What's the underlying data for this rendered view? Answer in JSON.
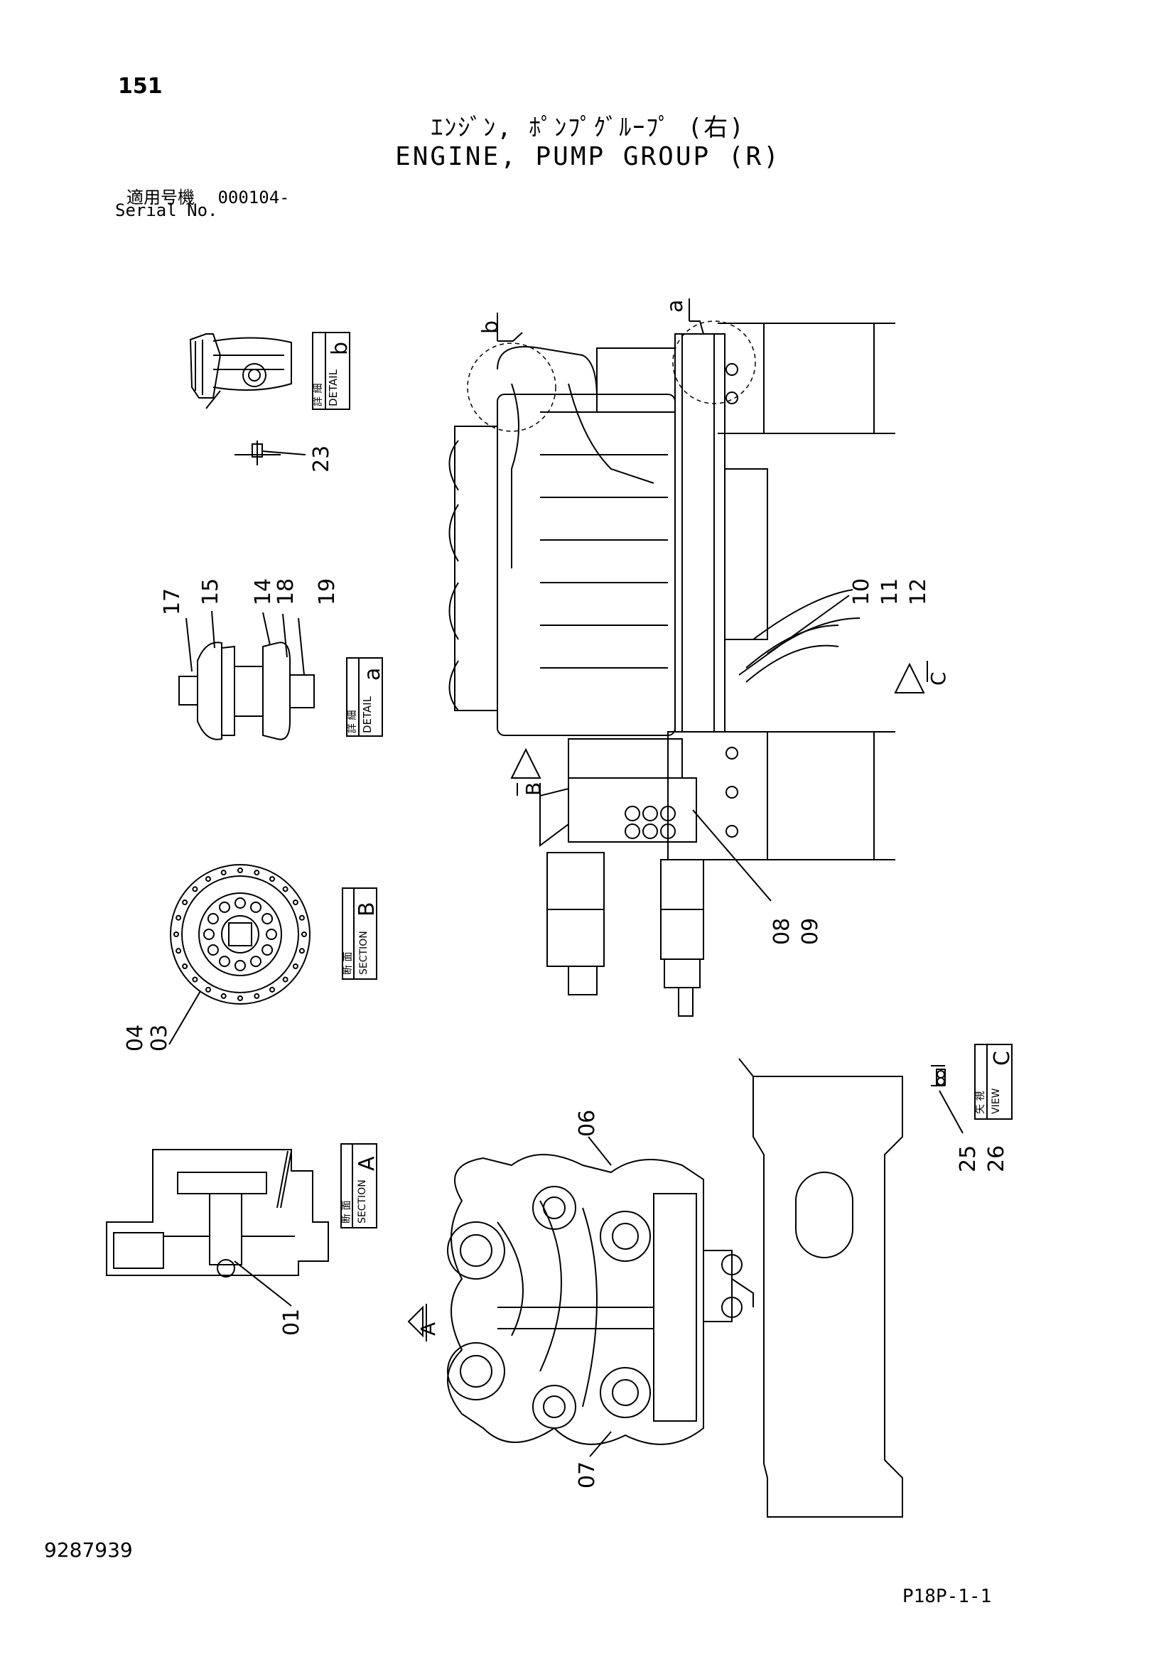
{
  "header": {
    "page_number": "151",
    "title_jp": "ｴﾝｼﾞﾝ, ﾎﾟﾝﾌﾟｸﾞﾙｰﾌﾟ (右)",
    "title_en": "ENGINE, PUMP GROUP (R)",
    "serial_label_jp": "適用号機",
    "serial_value": "000104-",
    "serial_label_en": "Serial No."
  },
  "footer": {
    "document_number": "9287939",
    "page_reference": "P18P-1-1"
  },
  "views": {
    "detail_b": {
      "kanji": "詳 細",
      "word": "DETAIL",
      "letter": "b"
    },
    "detail_a": {
      "kanji": "詳 細",
      "word": "DETAIL",
      "letter": "a"
    },
    "section_b": {
      "kanji": "断 面",
      "word": "SECTION",
      "letter": "B"
    },
    "section_a": {
      "kanji": "断 面",
      "word": "SECTION",
      "letter": "A"
    },
    "view_c": {
      "kanji": "矢 視",
      "word": "VIEW",
      "letter": "C"
    }
  },
  "markers": {
    "detail_a": "a",
    "detail_b": "b",
    "arrow_a": "A",
    "arrow_b": "B",
    "arrow_c": "C"
  },
  "callouts": [
    "23",
    "17",
    "15",
    "14",
    "18",
    "19",
    "04",
    "03",
    "01",
    "10",
    "11",
    "12",
    "08",
    "09",
    "06",
    "07",
    "25",
    "26"
  ]
}
